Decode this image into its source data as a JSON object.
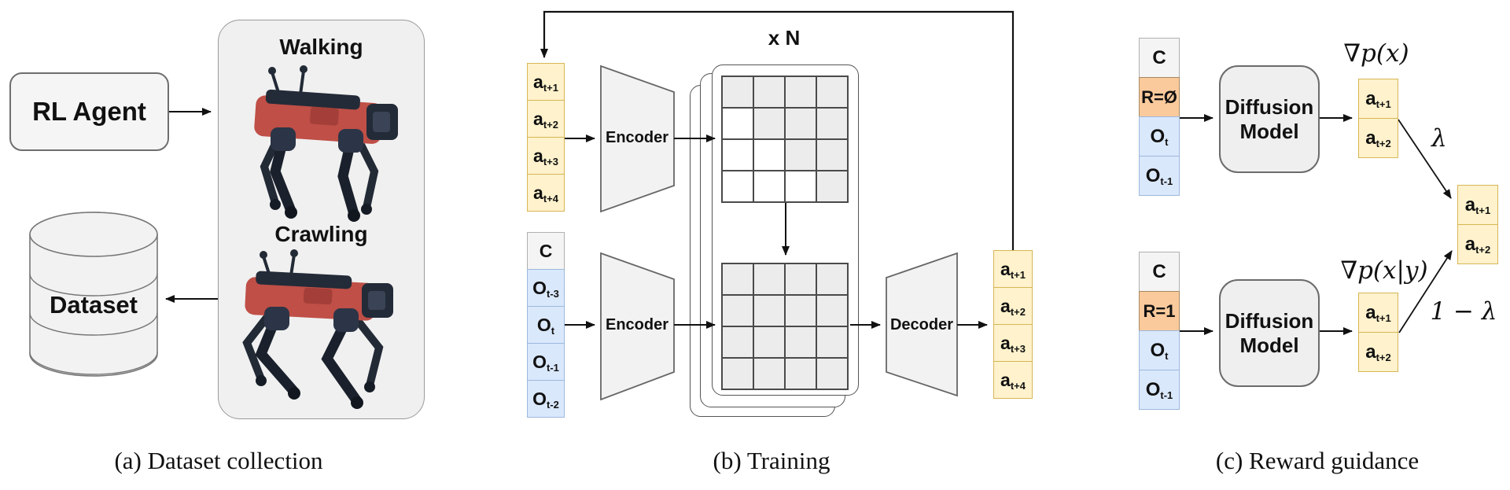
{
  "captions": {
    "a": "(a) Dataset collection",
    "b": "(b) Training",
    "c": "(c) Reward guidance"
  },
  "panel_a": {
    "rl_agent_label": "RL Agent",
    "dataset_label": "Dataset",
    "walking_label": "Walking",
    "crawling_label": "Crawling"
  },
  "panel_b": {
    "loop_count_label": "x N",
    "encoder_action_label": "Encoder",
    "encoder_obs_label": "Encoder",
    "decoder_label": "Decoder",
    "action_inputs": [
      {
        "base": "a",
        "sub": "t+1"
      },
      {
        "base": "a",
        "sub": "t+2"
      },
      {
        "base": "a",
        "sub": "t+3"
      },
      {
        "base": "a",
        "sub": "t+4"
      }
    ],
    "obs_inputs": [
      {
        "base": "C",
        "sub": ""
      },
      {
        "base": "O",
        "sub": "t-3"
      },
      {
        "base": "O",
        "sub": "t"
      },
      {
        "base": "O",
        "sub": "t-1"
      },
      {
        "base": "O",
        "sub": "t-2"
      }
    ],
    "action_outputs": [
      {
        "base": "a",
        "sub": "t+1"
      },
      {
        "base": "a",
        "sub": "t+2"
      },
      {
        "base": "a",
        "sub": "t+3"
      },
      {
        "base": "a",
        "sub": "t+4"
      }
    ],
    "attention_mask_grid": [
      [
        1,
        1,
        1,
        1
      ],
      [
        0,
        1,
        1,
        1
      ],
      [
        0,
        0,
        1,
        1
      ],
      [
        0,
        0,
        0,
        1
      ]
    ],
    "latent_grid": [
      [
        1,
        1,
        1,
        1
      ],
      [
        1,
        1,
        1,
        1
      ],
      [
        1,
        1,
        1,
        1
      ],
      [
        1,
        1,
        1,
        1
      ]
    ]
  },
  "panel_c": {
    "diffusion_model_lines": [
      "Diffusion",
      "Model"
    ],
    "uncond_inputs": [
      {
        "base": "C",
        "sub": ""
      },
      {
        "base": "R=Ø",
        "sub": ""
      },
      {
        "base": "O",
        "sub": "t"
      },
      {
        "base": "O",
        "sub": "t-1"
      }
    ],
    "cond_inputs": [
      {
        "base": "C",
        "sub": ""
      },
      {
        "base": "R=1",
        "sub": ""
      },
      {
        "base": "O",
        "sub": "t"
      },
      {
        "base": "O",
        "sub": "t-1"
      }
    ],
    "uncond_outputs": [
      {
        "base": "a",
        "sub": "t+1"
      },
      {
        "base": "a",
        "sub": "t+2"
      }
    ],
    "cond_outputs": [
      {
        "base": "a",
        "sub": "t+1"
      },
      {
        "base": "a",
        "sub": "t+2"
      }
    ],
    "merged_outputs": [
      {
        "base": "a",
        "sub": "t+1"
      },
      {
        "base": "a",
        "sub": "t+2"
      }
    ],
    "grad_uncond_label": "∇p(x)",
    "grad_cond_label": "∇p(x|y)",
    "lambda_label": "λ",
    "one_minus_lambda_label": "1 − λ"
  },
  "colors": {
    "action_fill": "#FFF2CC",
    "action_border": "#D6B656",
    "obs_fill": "#DAE8FC",
    "obs_border": "#9CB8DC",
    "reward_fill": "#FACA9C",
    "context_fill": "#F4F4F4",
    "panel_fill": "#F0F0F0",
    "shape_fill": "#F2F2F2",
    "robot_red": "#BF4F47",
    "robot_dark": "#232B38",
    "arrow": "#111111"
  }
}
